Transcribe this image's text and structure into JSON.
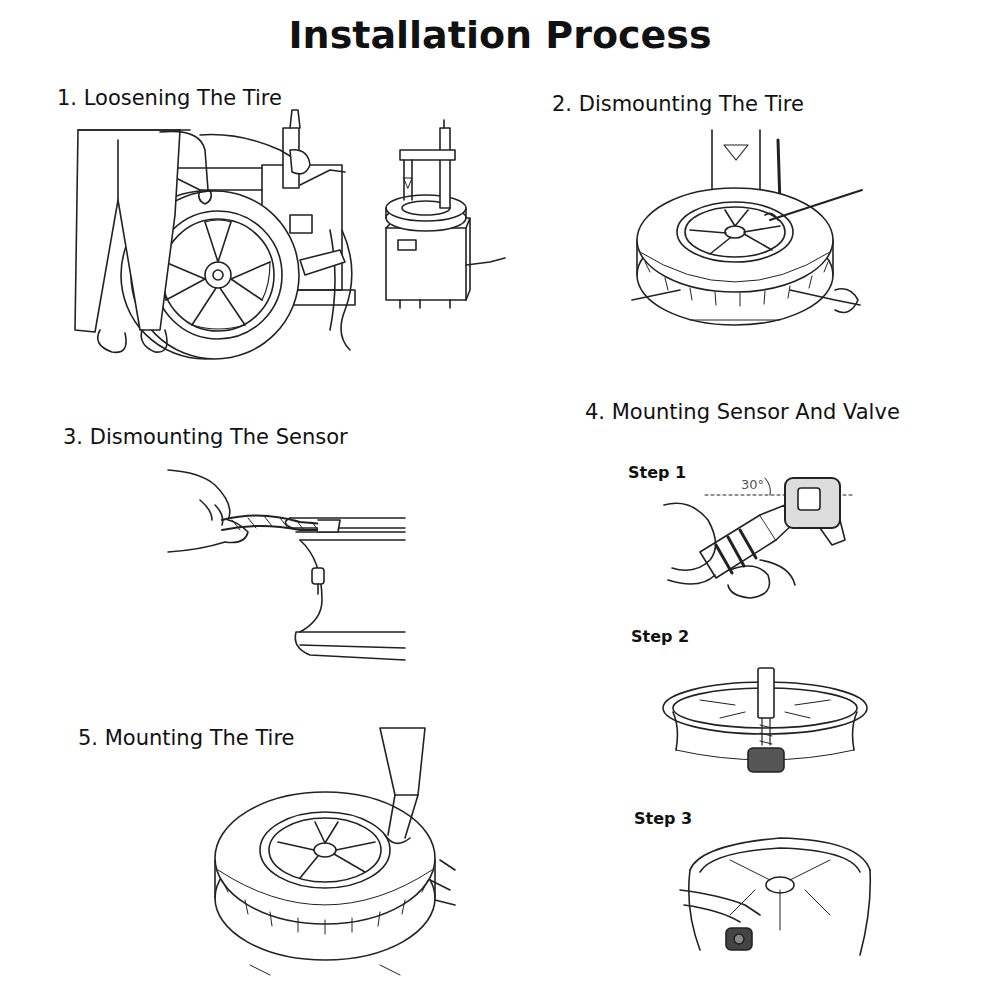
{
  "diagram": {
    "title": "Installation Process",
    "labels": [
      "1. Loosening The Tire",
      "2. Dismounting The Tire",
      "3. Dismounting The Sensor",
      "4. Mounting Sensor And Valve",
      "Step 1",
      "30°",
      "Step 2",
      "Step 3",
      "5. Mounting The Tire"
    ]
  }
}
